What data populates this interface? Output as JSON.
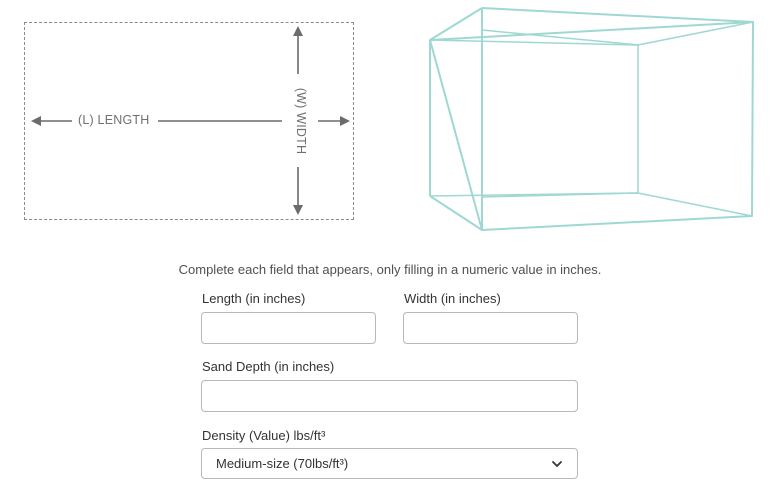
{
  "diagram": {
    "length_label": "(L) LENGTH",
    "width_label": "(W) WIDTH",
    "arrow_color": "#6b6b6b",
    "box_color": "#9fd8d3"
  },
  "form": {
    "instructions": "Complete each field that appears, only filling in a numeric value in inches.",
    "length": {
      "label": "Length (in inches)",
      "value": ""
    },
    "width": {
      "label": "Width (in inches)",
      "value": ""
    },
    "sand_depth": {
      "label": "Sand Depth (in inches)",
      "value": ""
    },
    "density": {
      "label": "Density (Value) lbs/ft³",
      "selected": "Medium-size (70lbs/ft³)"
    }
  }
}
